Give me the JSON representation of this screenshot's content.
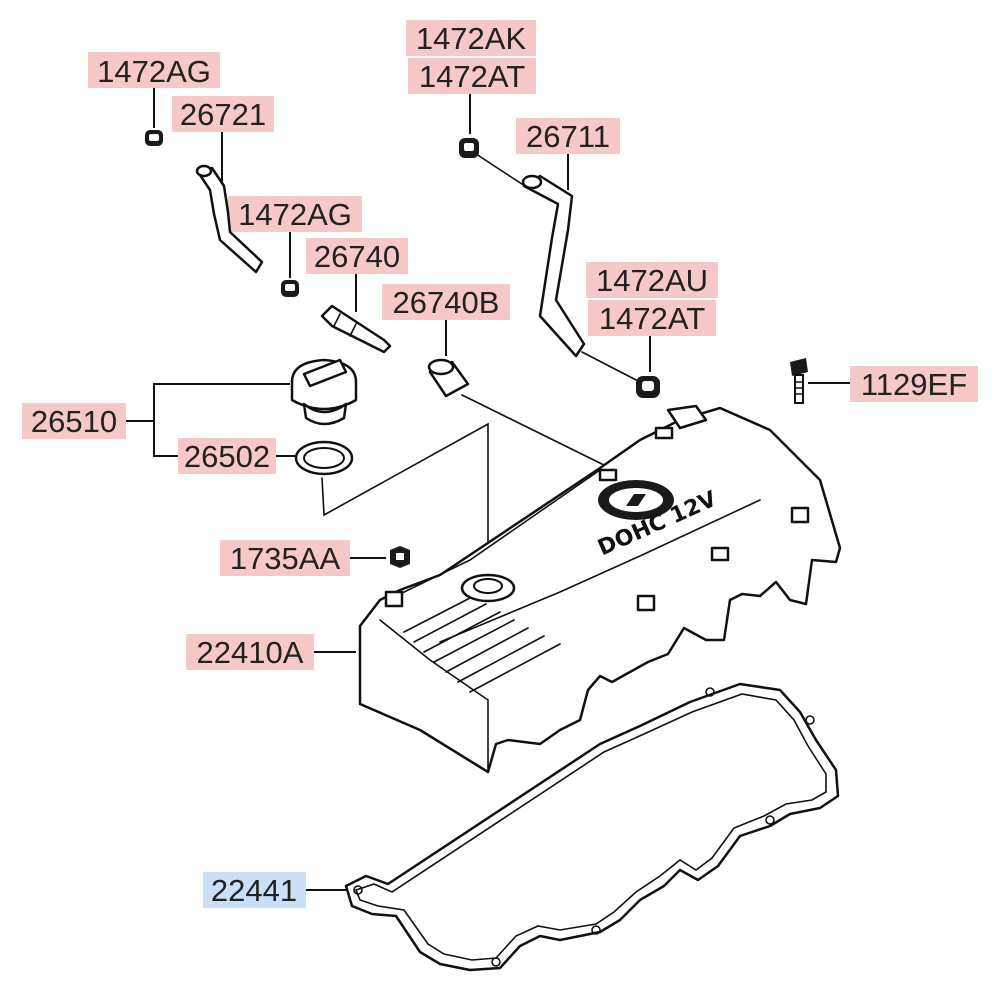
{
  "colors": {
    "label_highlight": "#f6c8c8",
    "label_highlight_selected": "#c9e0f7",
    "line": "#111111"
  },
  "labels": {
    "p1472ag_top": "1472AG",
    "p26721": "26721",
    "p1472ag_mid": "1472AG",
    "p26740": "26740",
    "p26740b": "26740B",
    "p26510": "26510",
    "p26502": "26502",
    "p1735aa": "1735AA",
    "p22410a": "22410A",
    "p22441": "22441",
    "p1472ak": "1472AK",
    "p1472at_top": "1472AT",
    "p26711": "26711",
    "p1472au": "1472AU",
    "p1472at_mid": "1472AT",
    "p1129ef": "1129EF"
  },
  "cover_marking": "DOHC 12V",
  "selected_part": "22441"
}
